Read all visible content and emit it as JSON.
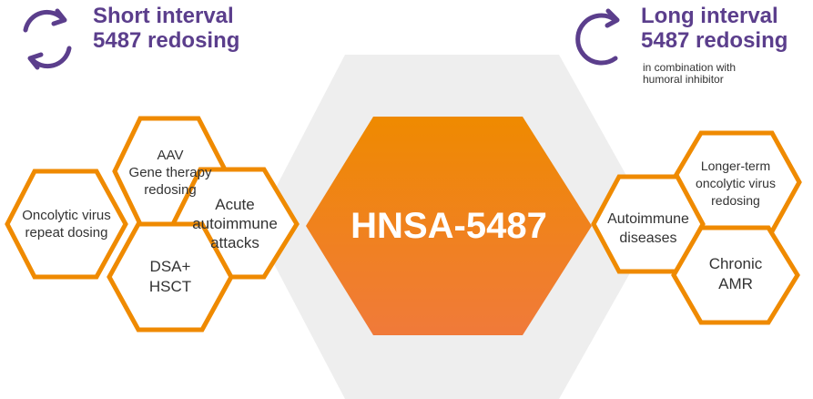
{
  "colors": {
    "purple": "#5b3e8c",
    "orange": "#ef8a00",
    "orange_light": "#f08a3c",
    "gray_hex": "#eeeeee",
    "text": "#333333"
  },
  "left_group": {
    "title_line1": "Short interval",
    "title_line2": "5487 redosing",
    "icon": "circular-arrows-icon"
  },
  "right_group": {
    "title_line1": "Long interval",
    "title_line2": "5487 redosing",
    "note_line1": "in combination with",
    "note_line2": "humoral inhibitor",
    "icon": "circular-arrow-icon"
  },
  "center": {
    "label": "HNSA-5487"
  },
  "left_hexes": {
    "aav": [
      "AAV",
      "Gene therapy",
      "redosing"
    ],
    "oncolytic": [
      "Oncolytic virus",
      "repeat dosing"
    ],
    "acute": [
      "Acute",
      "autoimmune",
      "attacks"
    ],
    "dsa": [
      "DSA+",
      "HSCT"
    ]
  },
  "right_hexes": {
    "longer": [
      "Longer-term",
      "oncolytic virus",
      "redosing"
    ],
    "autoimmune": [
      "Autoimmune",
      "diseases"
    ],
    "chronic": [
      "Chronic",
      "AMR"
    ]
  }
}
